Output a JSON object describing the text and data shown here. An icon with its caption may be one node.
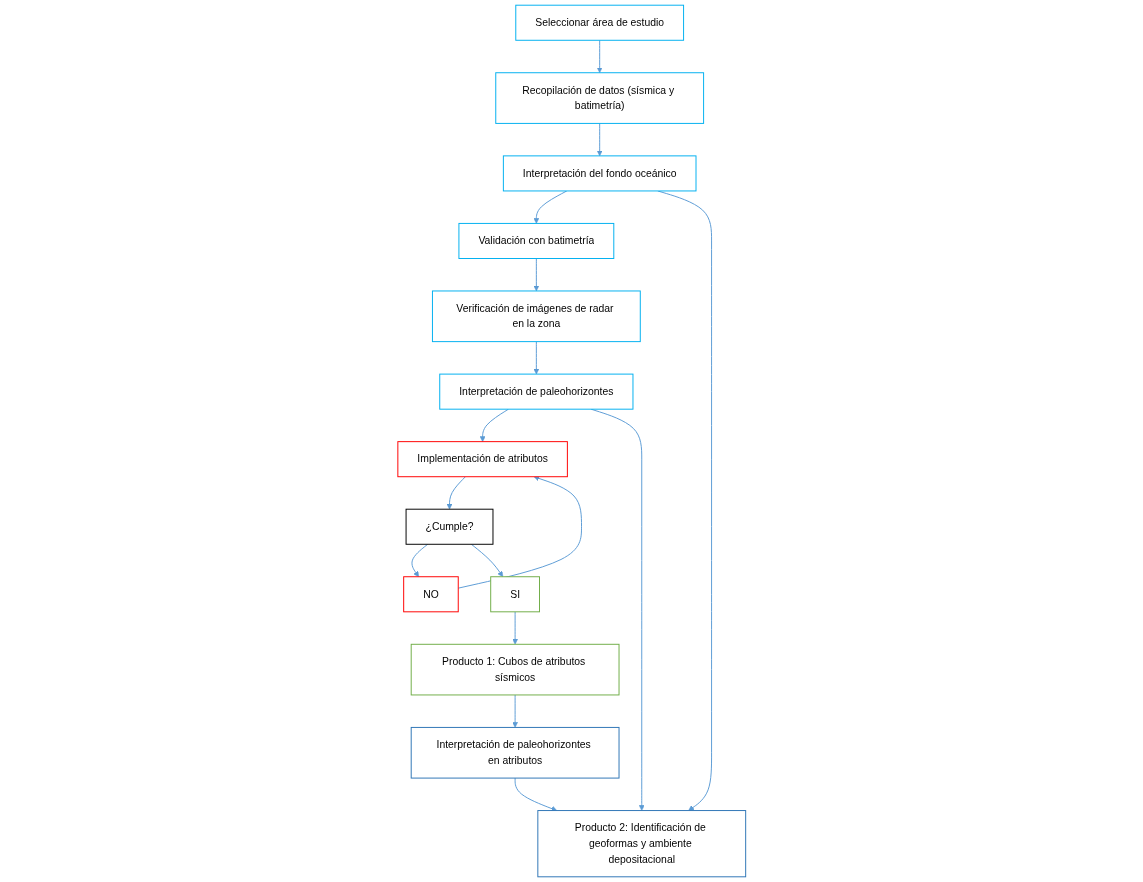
{
  "diagram": {
    "nodes": [
      {
        "text": [
          "Seleccionar área de estudio"
        ]
      },
      {
        "text": [
          "Recopilación de datos (sísmica y batimetría)"
        ]
      },
      {
        "text": [
          "Interpretación del fondo oceánico"
        ]
      },
      {
        "text": [
          "Validación con batimetría"
        ]
      },
      {
        "text": [
          "Verificación de imágenes de radar en la zona"
        ]
      },
      {
        "text": [
          "Interpretación de paleohorizontes"
        ]
      },
      {
        "text": [
          "Implementación de atributos"
        ]
      },
      {
        "text": [
          "¿Cumple?"
        ]
      },
      {
        "text": [
          "NO"
        ]
      },
      {
        "text": [
          "SI"
        ]
      },
      {
        "text": [
          "Producto 1: Cubos de atributos sísmicos"
        ]
      },
      {
        "text": [
          "Interpretación de paleohorizontes en atributos"
        ]
      },
      {
        "text": [
          "Producto 2: Identificación de geoformas y ambiente depositacional"
        ]
      }
    ],
    "edges": [
      {
        "from": 0,
        "to": 1,
        "arrow": "to"
      },
      {
        "from": 1,
        "to": 2,
        "arrow": "to"
      },
      {
        "from": 2,
        "to": 3,
        "arrow": "to"
      },
      {
        "from": 3,
        "to": 4,
        "arrow": "to"
      },
      {
        "from": 4,
        "to": 5,
        "arrow": "to"
      },
      {
        "from": 5,
        "to": 6,
        "arrow": "to"
      },
      {
        "from": 6,
        "to": 7,
        "arrow": "to"
      },
      {
        "from": 7,
        "to": 8,
        "arrow": "to"
      },
      {
        "from": 8,
        "to": 6,
        "arrow": "to"
      },
      {
        "from": 7,
        "to": 9,
        "arrow": "to"
      },
      {
        "from": 9,
        "to": 10,
        "arrow": "to"
      },
      {
        "from": 10,
        "to": 11,
        "arrow": "to"
      },
      {
        "from": 11,
        "to": 12,
        "arrow": "to"
      },
      {
        "from": 2,
        "to": 12,
        "arrow": "to"
      },
      {
        "from": 5,
        "to": 12,
        "arrow": "to"
      }
    ]
  }
}
